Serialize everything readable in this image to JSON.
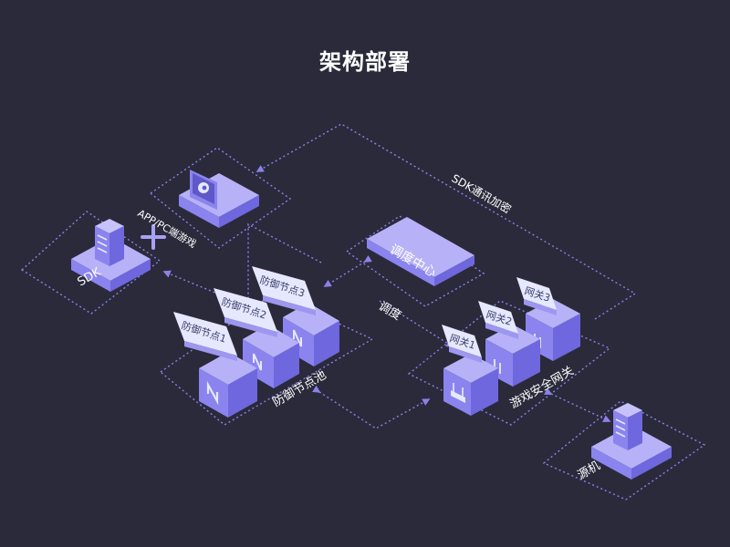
{
  "title": "架构部署",
  "colors": {
    "background": "#2a2a3b",
    "dotted_line": "#8a82e8",
    "block_top": "#b7b2f7",
    "block_left": "#8b84ee",
    "block_right": "#6f67dd",
    "tag_fill": "#e6e8ff"
  },
  "nodes": {
    "sdk": "SDK",
    "app": "APP/PC端游戏",
    "dispatch_center": "调度中心",
    "dispatch_link": "调度",
    "sdk_link": "SDK通讯加密",
    "defense_pool": "防御节点池",
    "defense_tags": [
      "防御节点1",
      "防御节点2",
      "防御节点3"
    ],
    "gateway_group": "游戏安全网关",
    "gateway_tags": [
      "网关1",
      "网关2",
      "网关3"
    ],
    "origin": "源机"
  },
  "icons": [
    "server-icon",
    "monitor-icon",
    "plus-icon",
    "node-icon",
    "router-icon"
  ]
}
